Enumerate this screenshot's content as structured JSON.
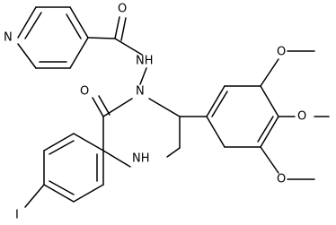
{
  "atoms": {
    "pyridine_n": "N",
    "carbonyl_o": "O",
    "amide_nh": "NH",
    "hydrazide_n": "N",
    "ring_o": "O",
    "ring_nh": "NH",
    "iodine": "I",
    "methoxy_o_1": "O",
    "methoxy_o_2": "O",
    "methoxy_o_3": "O"
  },
  "colors": {
    "bond": "#000000",
    "label": "#000000",
    "background": "#ffffff"
  }
}
